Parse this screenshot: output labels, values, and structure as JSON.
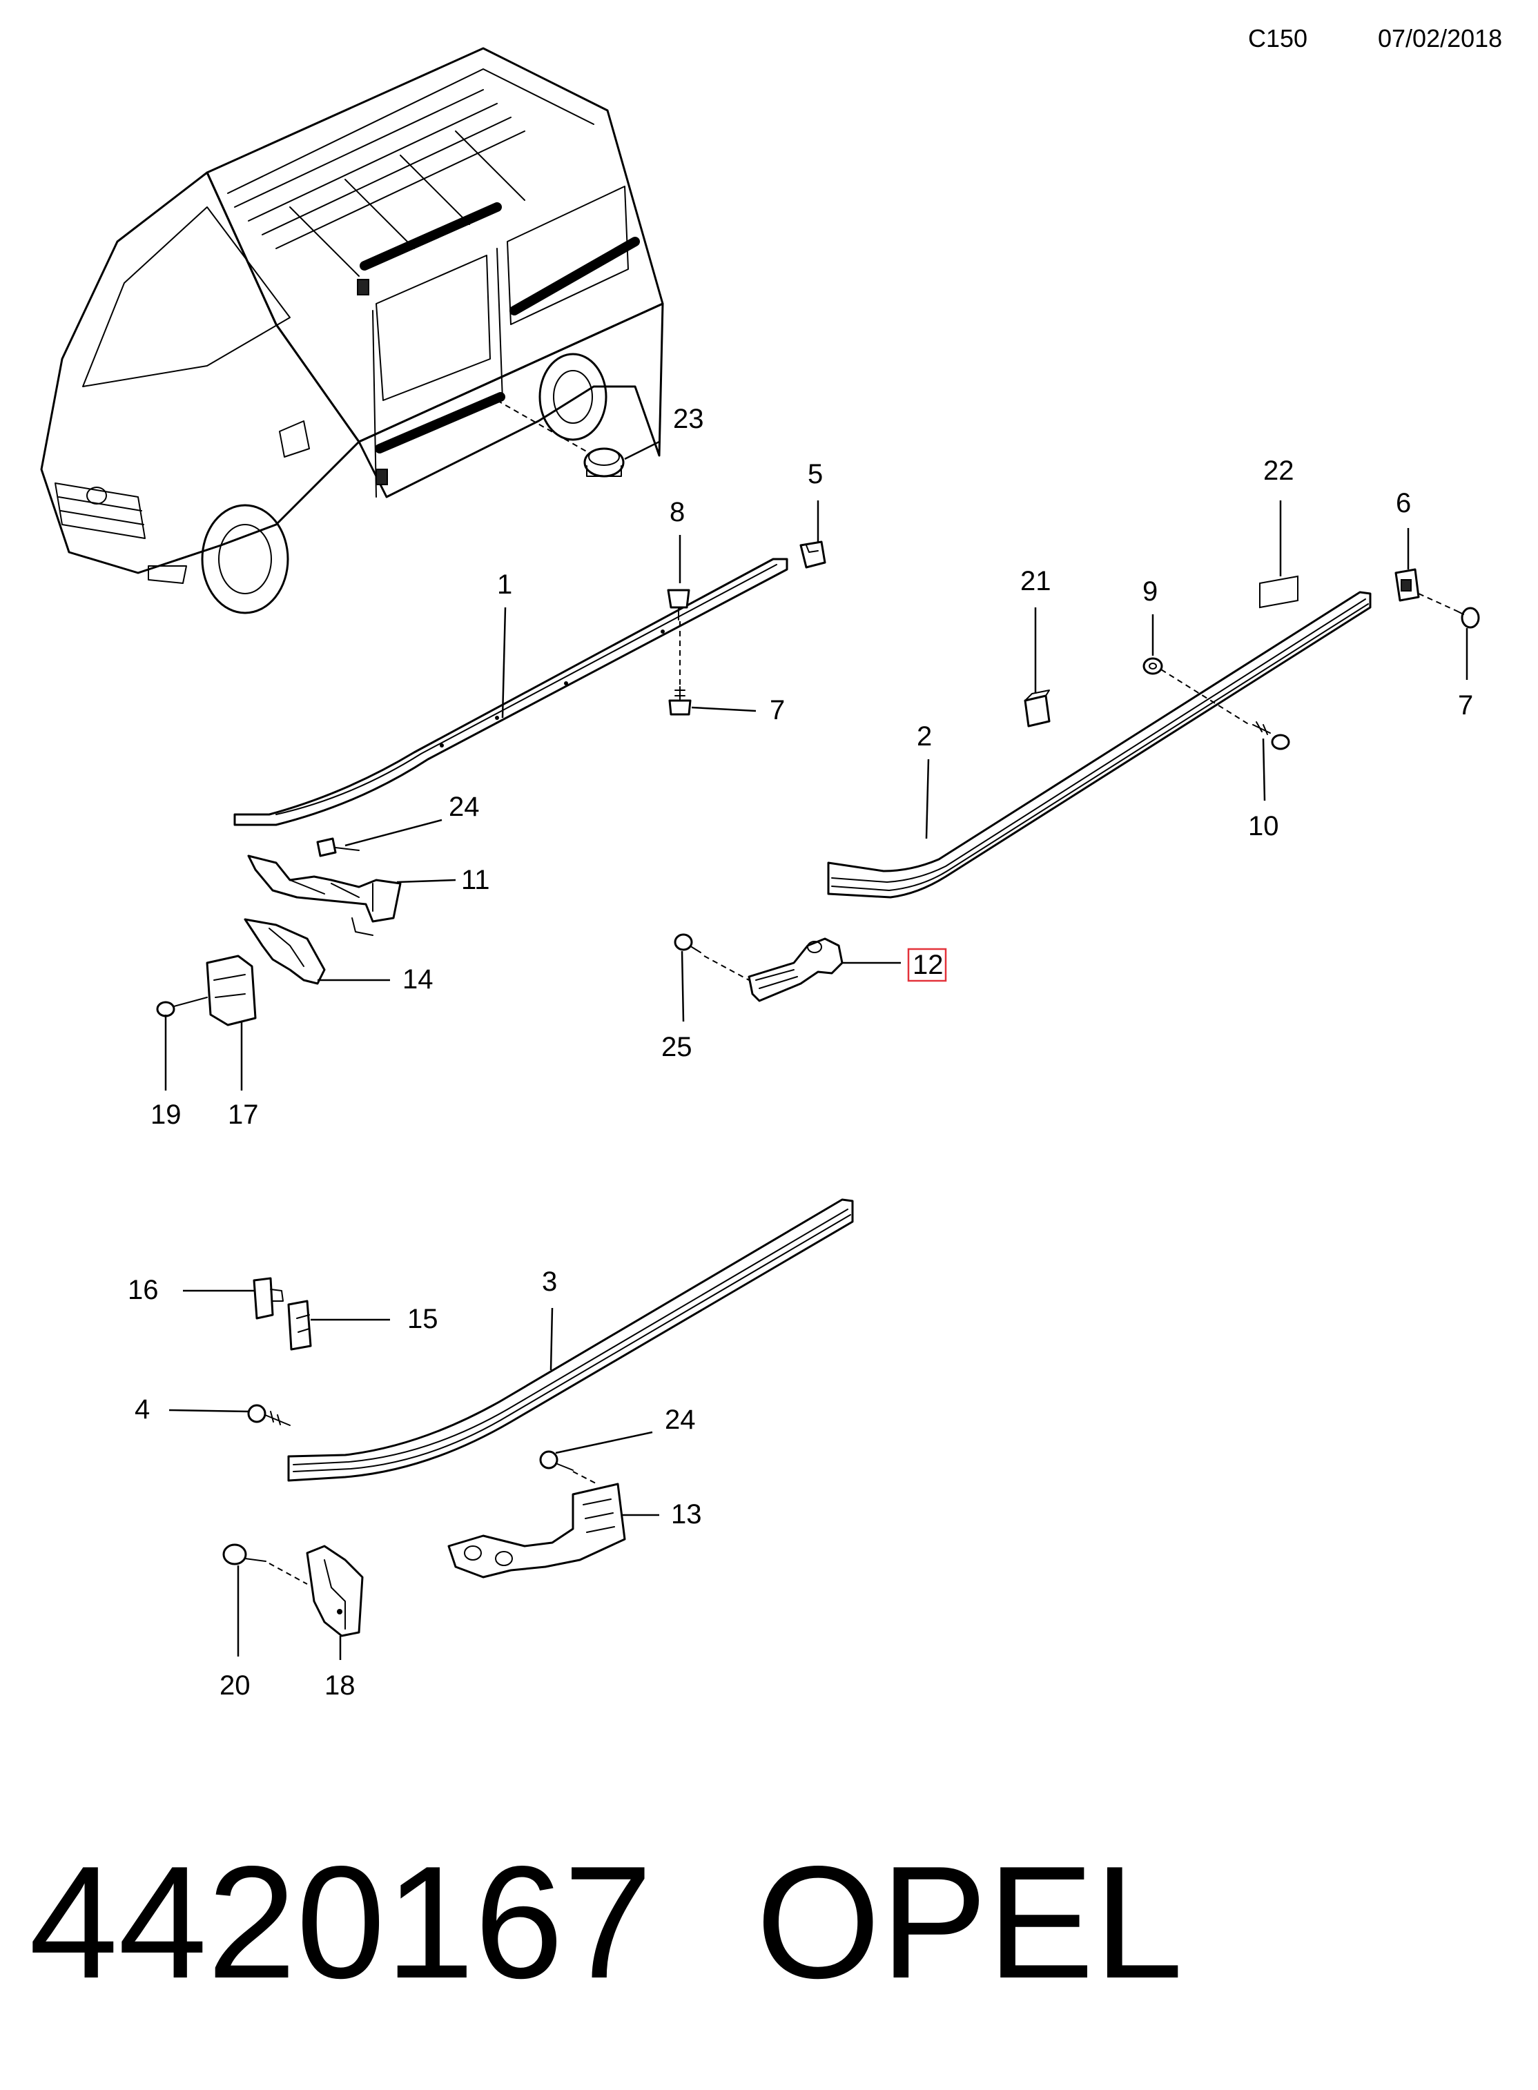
{
  "header": {
    "code": "C150",
    "date": "07/02/2018"
  },
  "footer": {
    "part_number": "4420167",
    "brand": "OPEL"
  },
  "callouts": {
    "c1": "1",
    "c2": "2",
    "c3": "3",
    "c4": "4",
    "c5": "5",
    "c6": "6",
    "c7a": "7",
    "c7b": "7",
    "c8": "8",
    "c9": "9",
    "c10": "10",
    "c11": "11",
    "c12": "12",
    "c13": "13",
    "c14": "14",
    "c15": "15",
    "c16": "16",
    "c17": "17",
    "c18": "18",
    "c19": "19",
    "c20": "20",
    "c21": "21",
    "c22": "22",
    "c23": "23",
    "c24a": "24",
    "c24b": "24",
    "c25": "25"
  },
  "highlighted_callout": "12",
  "colors": {
    "line": "#000000",
    "highlight": "#e3323a",
    "background": "#ffffff"
  }
}
